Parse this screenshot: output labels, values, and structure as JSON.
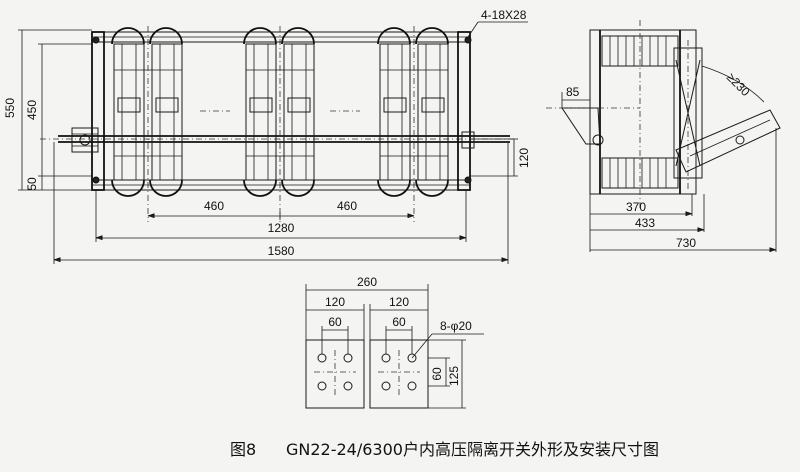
{
  "front_view": {
    "dims": {
      "height_550": "550",
      "height_450": "450",
      "height_50": "50",
      "span_460_left": "460",
      "span_460_right": "460",
      "span_1280": "1280",
      "span_1580": "1580",
      "holes": "4-18X28",
      "offset_120": "120"
    }
  },
  "side_view": {
    "dims": {
      "d85": "85",
      "d230": "≥230",
      "d370": "370",
      "d433": "433",
      "d730": "730"
    }
  },
  "terminal_view": {
    "dims": {
      "d260": "260",
      "d120_left": "120",
      "d120_right": "120",
      "d60_left": "60",
      "d60_right": "60",
      "holes": "8-φ20",
      "d60_vert": "60",
      "d125_vert": "125"
    }
  },
  "caption": {
    "figure_label": "图8",
    "title": "GN22-24/6300户内高压隔离开关外形及安装尺寸图"
  }
}
